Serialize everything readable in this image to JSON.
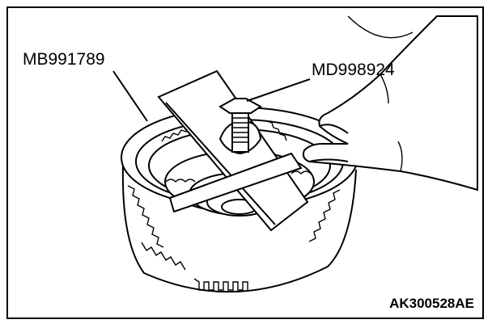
{
  "labels": {
    "tool_left": "MB991789",
    "tool_right": "MD998924",
    "figure_code": "AK300528AE"
  }
}
